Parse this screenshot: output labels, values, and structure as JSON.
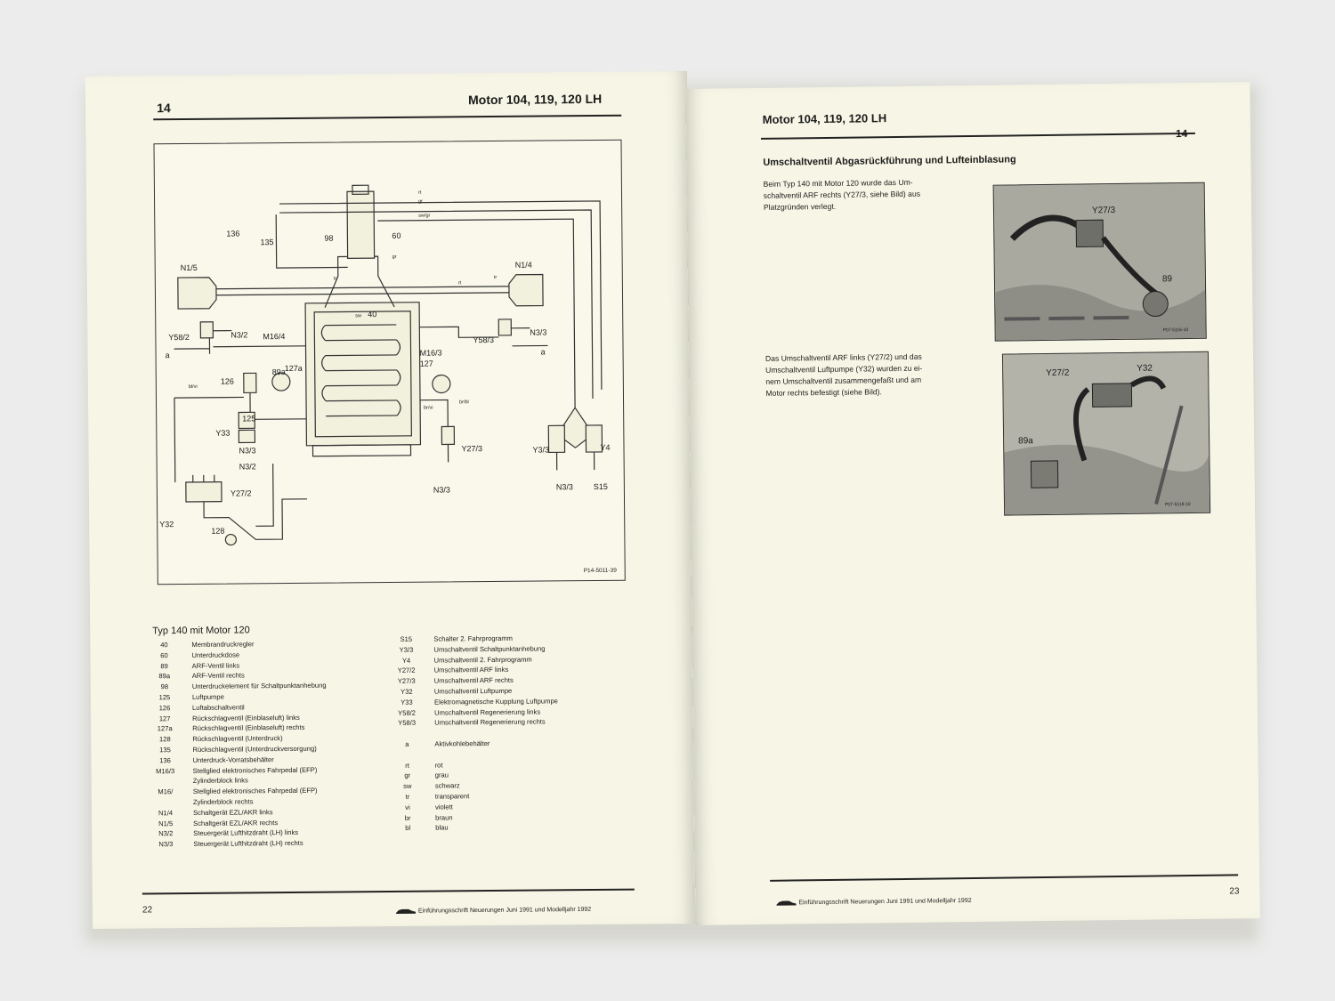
{
  "left_page": {
    "chapter": "14",
    "title": "Motor 104, 119, 120 LH",
    "diagram": {
      "labels": [
        "136",
        "135",
        "98",
        "60",
        "N1/5",
        "N1/4",
        "40",
        "Y58/2",
        "N3/2",
        "M16/4",
        "Y58/3",
        "N3/3",
        "a",
        "a",
        "M16/3",
        "127",
        "127a",
        "126",
        "89a",
        "125",
        "Y33",
        "N3/3",
        "N3/2",
        "Y27/2",
        "Y32",
        "128",
        "Y27/3",
        "N3/3",
        "Y3/3",
        "Y4",
        "N3/3",
        "S15"
      ],
      "line_codes": [
        "rt",
        "gr",
        "sw/gr",
        "gr",
        "tr",
        "tr",
        "rt",
        "sw",
        "br/vi",
        "br/bl",
        "bl/vi"
      ],
      "figure_code": "P14-5011-39"
    },
    "legend": {
      "title": "Typ 140 mit Motor 120",
      "left": [
        {
          "code": "40",
          "text": "Membrandruckregler"
        },
        {
          "code": "60",
          "text": "Unterdruckdose"
        },
        {
          "code": "89",
          "text": "ARF-Ventil links"
        },
        {
          "code": "89a",
          "text": "ARF-Ventil rechts"
        },
        {
          "code": "98",
          "text": "Unterdruckelement für Schaltpunktanhebung"
        },
        {
          "code": "125",
          "text": "Luftpumpe"
        },
        {
          "code": "126",
          "text": "Luftabschaltventil"
        },
        {
          "code": "127",
          "text": "Rückschlagventil (Einblaseluft) links"
        },
        {
          "code": "127a",
          "text": "Rückschlagventil (Einblaseluft) rechts"
        },
        {
          "code": "128",
          "text": "Rückschlagventil (Unterdruck)"
        },
        {
          "code": "135",
          "text": "Rückschlagventil (Unterdruckversorgung)"
        },
        {
          "code": "136",
          "text": "Unterdruck-Vorratsbehälter"
        },
        {
          "code": "M16/3",
          "text": "Stellglied elektronisches Fahrpedal (EFP)"
        },
        {
          "code": "",
          "text": "Zylinderblock links"
        },
        {
          "code": "M16/",
          "text": "Stellglied elektronisches Fahrpedal (EFP)"
        },
        {
          "code": "",
          "text": "Zylinderblock rechts"
        },
        {
          "code": "N1/4",
          "text": "Schaltgerät EZL/AKR links"
        },
        {
          "code": "N1/5",
          "text": "Schaltgerät EZL/AKR rechts"
        },
        {
          "code": "N3/2",
          "text": "Steuergerät Lufthitzdraht (LH) links"
        },
        {
          "code": "N3/3",
          "text": "Steuergerät Lufthitzdraht (LH) rechts"
        }
      ],
      "right": [
        {
          "code": "S15",
          "text": "Schalter 2. Fahrprogramm"
        },
        {
          "code": "Y3/3",
          "text": "Umschaltventil Schaltpunktanhebung"
        },
        {
          "code": "Y4",
          "text": "Umschaltventil 2. Fahrprogramm"
        },
        {
          "code": "Y27/2",
          "text": "Umschaltventil ARF links"
        },
        {
          "code": "Y27/3",
          "text": "Umschaltventil ARF rechts"
        },
        {
          "code": "Y32",
          "text": "Umschaltventil Luftpumpe"
        },
        {
          "code": "Y33",
          "text": "Elektromagnetische Kupplung Luftpumpe"
        },
        {
          "code": "Y58/2",
          "text": "Umschaltventil Regenerierung links"
        },
        {
          "code": "Y58/3",
          "text": "Umschaltventil Regenerierung rechts"
        },
        {
          "code": "",
          "text": ""
        },
        {
          "code": "a",
          "text": "Aktivkohlebehälter"
        },
        {
          "code": "",
          "text": ""
        },
        {
          "code": "rt",
          "text": "rot"
        },
        {
          "code": "gr",
          "text": "grau"
        },
        {
          "code": "sw",
          "text": "schwarz"
        },
        {
          "code": "tr",
          "text": "transparent"
        },
        {
          "code": "vi",
          "text": "violett"
        },
        {
          "code": "br",
          "text": "braun"
        },
        {
          "code": "bl",
          "text": "blau"
        }
      ]
    },
    "page_number": "22",
    "footer": "Einführungsschrift Neuerungen Juni 1991 und Modelljahr 1992"
  },
  "right_page": {
    "title": "Motor 104, 119, 120 LH",
    "chapter": "14",
    "section_title": "Umschaltventil Abgasrückführung und Lufteinblasung",
    "paragraph1": [
      "Beim Typ 140 mit Motor 120 wurde das Um-",
      "schaltventil ARF rechts (Y27/3, siehe Bild) aus",
      "Platzgründen verlegt."
    ],
    "paragraph2": [
      "Das Umschaltventil ARF links (Y27/2) und das",
      "Umschaltventil Luftpumpe (Y32) wurden zu ei-",
      "nem Umschaltventil zusammengefaßt und am",
      "Motor rechts befestigt (siehe Bild)."
    ],
    "photo1": {
      "labels": [
        "Y27/3",
        "89"
      ],
      "code": "P07-5116-10"
    },
    "photo2": {
      "labels": [
        "Y27/2",
        "Y32",
        "89a"
      ],
      "code": "P07-5118-10"
    },
    "page_number": "23",
    "footer": "Einführungsschrift Neuerungen Juni 1991 und Modelljahr 1992"
  }
}
